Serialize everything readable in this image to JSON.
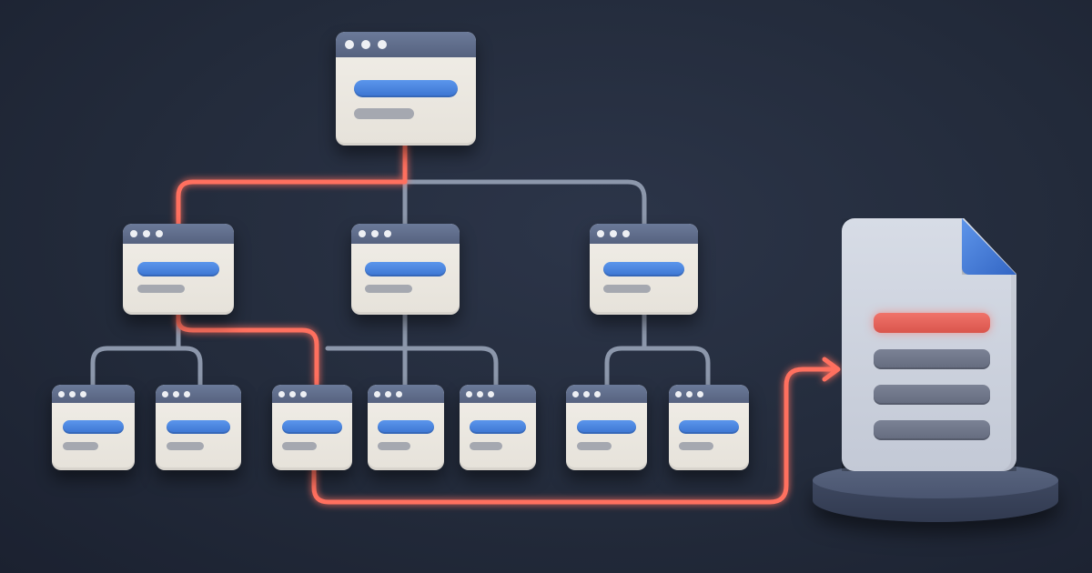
{
  "nodes": [
    {
      "id": "root",
      "level": 0
    },
    {
      "id": "child-left",
      "level": 1
    },
    {
      "id": "child-middle",
      "level": 1
    },
    {
      "id": "child-right",
      "level": 1
    },
    {
      "id": "leaf-1",
      "level": 2
    },
    {
      "id": "leaf-2",
      "level": 2
    },
    {
      "id": "leaf-3",
      "level": 2
    },
    {
      "id": "leaf-4",
      "level": 2
    },
    {
      "id": "leaf-5",
      "level": 2
    },
    {
      "id": "leaf-6",
      "level": 2
    },
    {
      "id": "leaf-7",
      "level": 2
    }
  ],
  "edges": [
    {
      "from": "root",
      "to": "child-left",
      "highlighted": true
    },
    {
      "from": "root",
      "to": "child-middle",
      "highlighted": false
    },
    {
      "from": "root",
      "to": "child-right",
      "highlighted": false
    },
    {
      "from": "child-left",
      "to": "leaf-1",
      "highlighted": false
    },
    {
      "from": "child-left",
      "to": "leaf-2",
      "highlighted": false
    },
    {
      "from": "child-left",
      "to": "leaf-3",
      "highlighted": true
    },
    {
      "from": "child-middle",
      "to": "leaf-4",
      "highlighted": false
    },
    {
      "from": "child-middle",
      "to": "leaf-5",
      "highlighted": false
    },
    {
      "from": "child-right",
      "to": "leaf-6",
      "highlighted": false
    },
    {
      "from": "child-right",
      "to": "leaf-7",
      "highlighted": false
    },
    {
      "from": "leaf-3",
      "to": "document",
      "highlighted": true
    }
  ],
  "target": {
    "id": "document",
    "highlighted_line": 1,
    "line_count": 4
  },
  "colors": {
    "background": "#232b3b",
    "highlight_path": "#ff6f5e",
    "connector": "#8c97ab",
    "card_body": "#ece9e3",
    "card_titlebar": "#5f6c8a",
    "accent_blue": "#3f7ddc",
    "document_fold": "#3f74d3",
    "document_highlight_line": "#e8645b"
  },
  "icons": [
    "browser-window-icon",
    "document-icon",
    "arrow-right-icon"
  ]
}
